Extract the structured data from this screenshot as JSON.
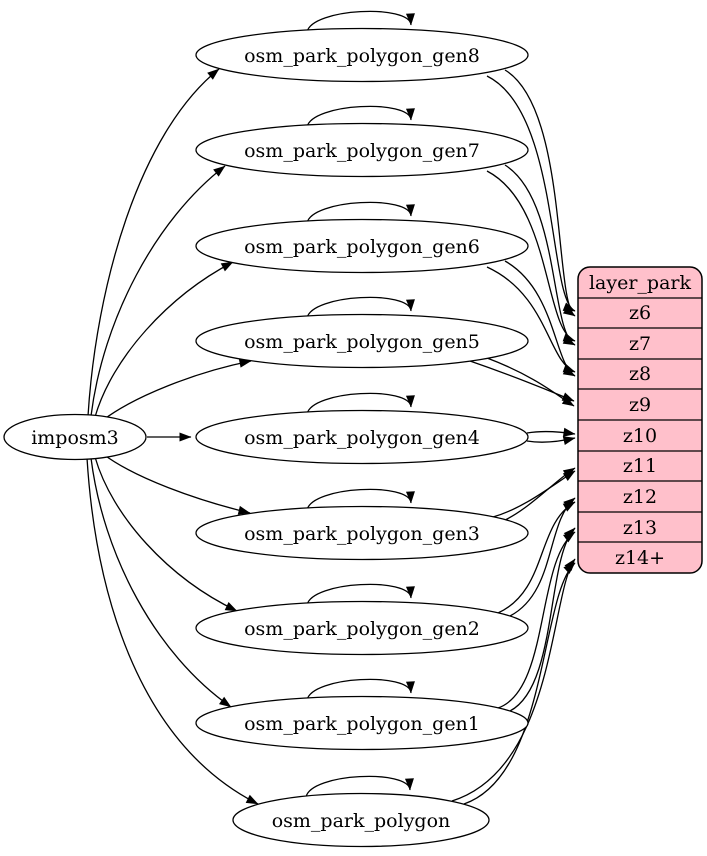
{
  "diagram": {
    "source": {
      "label": "imposm3"
    },
    "tables": [
      {
        "label": "osm_park_polygon_gen8",
        "feeds": "z6"
      },
      {
        "label": "osm_park_polygon_gen7",
        "feeds": "z7"
      },
      {
        "label": "osm_park_polygon_gen6",
        "feeds": "z8"
      },
      {
        "label": "osm_park_polygon_gen5",
        "feeds": "z9"
      },
      {
        "label": "osm_park_polygon_gen4",
        "feeds": "z10"
      },
      {
        "label": "osm_park_polygon_gen3",
        "feeds": "z11"
      },
      {
        "label": "osm_park_polygon_gen2",
        "feeds": "z12"
      },
      {
        "label": "osm_park_polygon_gen1",
        "feeds": "z13"
      },
      {
        "label": "osm_park_polygon",
        "feeds": "z14+"
      }
    ],
    "layer_table": {
      "title": "layer_park",
      "rows": [
        "z6",
        "z7",
        "z8",
        "z9",
        "z10",
        "z11",
        "z12",
        "z13",
        "z14+"
      ]
    },
    "colors": {
      "layer_fill": "#ffc0cb",
      "node_fill": "#ffffff",
      "stroke": "#000000",
      "background": "#ffffff"
    }
  }
}
